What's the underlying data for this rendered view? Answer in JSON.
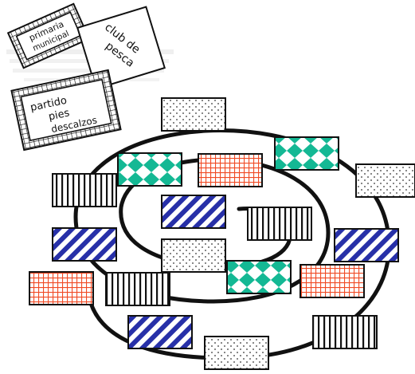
{
  "cards": {
    "primaria": [
      "primaria",
      "municipal"
    ],
    "club": [
      "club de",
      "pesca"
    ],
    "partido": [
      "partido",
      "pies",
      "descalzos"
    ]
  },
  "colors": {
    "ink": "#111111",
    "paper": "#ffffff",
    "teal": "#14b894",
    "orange": "#f04a24",
    "blue": "#2730a8",
    "stipple": "#333333",
    "smudge": "#d9d9d9"
  },
  "tile_patterns": [
    "dots",
    "diamonds",
    "grid",
    "stripes-vertical",
    "stripes-diagonal"
  ]
}
